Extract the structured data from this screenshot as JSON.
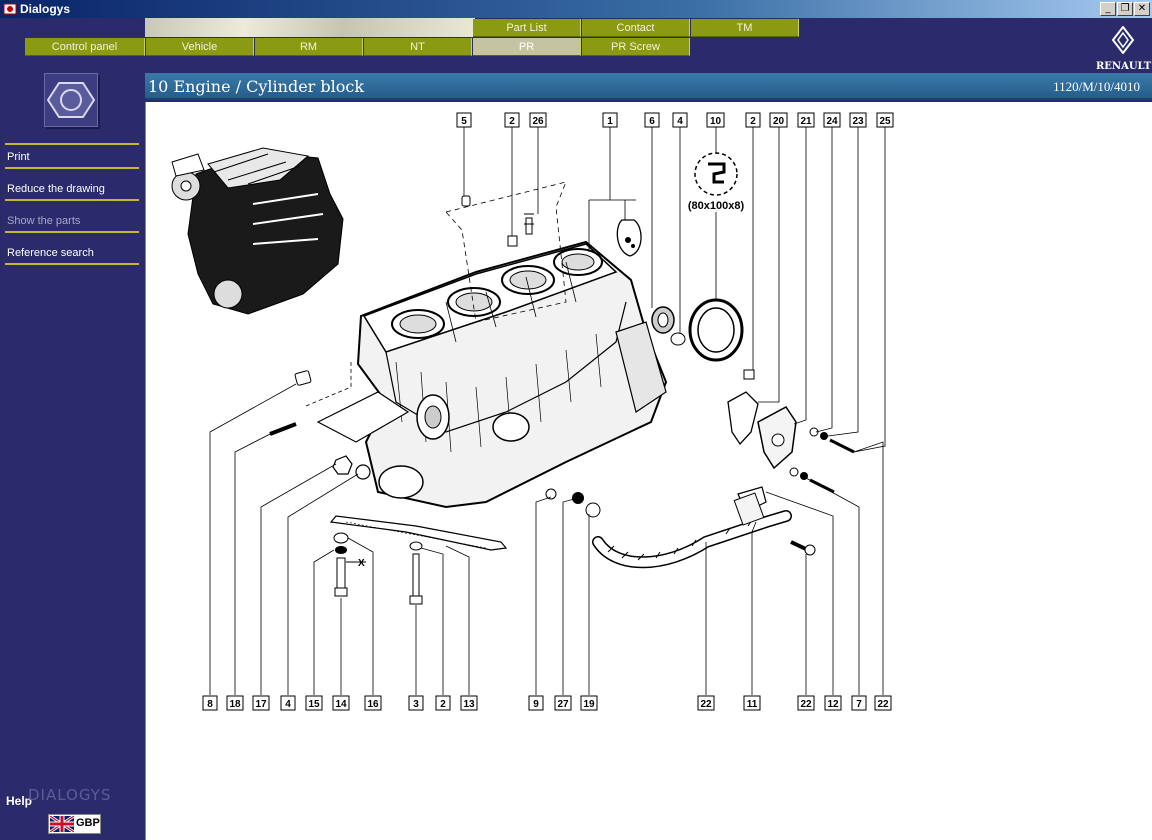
{
  "window": {
    "title": "Dialogys",
    "buttons": [
      "_",
      "❐",
      "✕"
    ]
  },
  "nav": {
    "tabs_top": [
      {
        "label": "Part List"
      },
      {
        "label": "Contact"
      },
      {
        "label": "TM"
      }
    ],
    "tabs_bottom": [
      {
        "label": "Control panel"
      },
      {
        "label": "Vehicle"
      },
      {
        "label": "RM"
      },
      {
        "label": "NT"
      },
      {
        "label": "PR",
        "active": true
      },
      {
        "label": "PR Screw"
      }
    ]
  },
  "logo": {
    "brand": "RENAULT"
  },
  "page": {
    "title": "10 Engine / Cylinder block",
    "reference": "1120/M/10/4010"
  },
  "sidebar": {
    "icon": "hex-nut-icon",
    "menu": [
      {
        "label": "Print",
        "enabled": true
      },
      {
        "label": "Reduce the drawing",
        "enabled": true
      },
      {
        "label": "Show the parts",
        "enabled": false
      },
      {
        "label": "Reference search",
        "enabled": true
      }
    ],
    "help": "Help",
    "watermark": "DIALOGYS",
    "currency": "GBP"
  },
  "drawing": {
    "seal_size": "(80x100x8)",
    "dimension_mark": "X",
    "top_labels": [
      "5",
      "2",
      "26",
      "1",
      "6",
      "4",
      "10",
      "2",
      "20",
      "21",
      "24",
      "23",
      "25"
    ],
    "bottom_labels": [
      "8",
      "18",
      "17",
      "4",
      "15",
      "14",
      "16",
      "3",
      "2",
      "13",
      "9",
      "27",
      "19",
      "22",
      "11",
      "22",
      "12",
      "7",
      "22"
    ]
  },
  "colors": {
    "background": "#2b2a6b",
    "tab": "#8a9a13",
    "tab_active": "#c4c4a0",
    "accent_line": "#c9b630",
    "title_bar": "#255d8c"
  }
}
